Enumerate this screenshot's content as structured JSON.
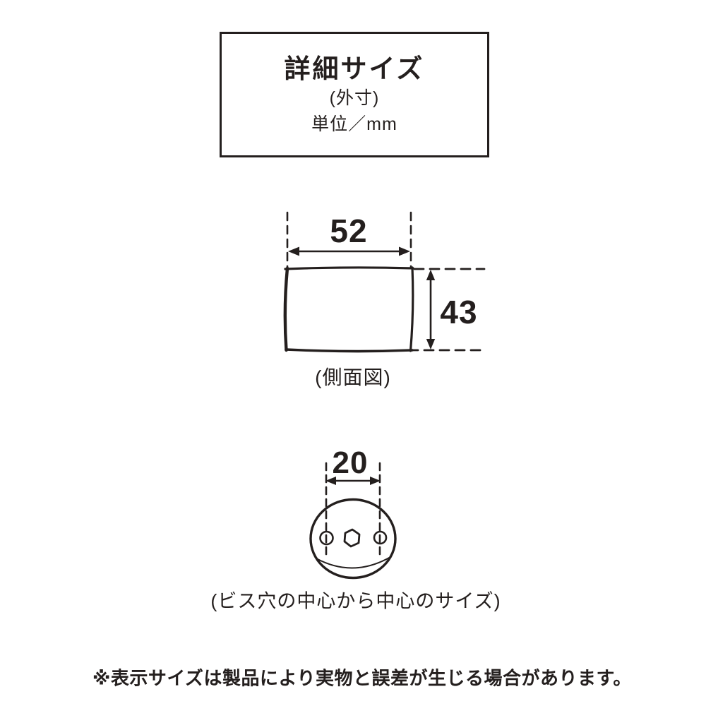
{
  "page": {
    "background_color": "#ffffff",
    "ink_color": "#241f1e"
  },
  "title_box": {
    "title": "詳細サイズ",
    "subtitle": "(外寸)",
    "unit": "単位／mm"
  },
  "side_view": {
    "width_mm": "52",
    "height_mm": "43",
    "caption": "(側面図)"
  },
  "bottom_view": {
    "hole_pitch_mm": "20",
    "caption": "(ビス穴の中心から中心のサイズ)"
  },
  "footer": {
    "note": "※表示サイズは製品により実物と誤差が生じる場合があります。"
  }
}
